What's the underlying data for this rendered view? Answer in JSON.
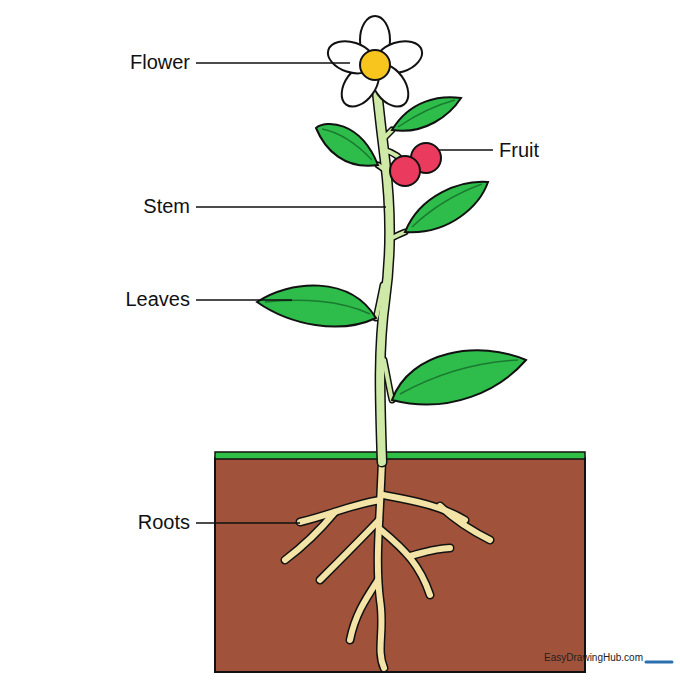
{
  "diagram": {
    "labels": [
      "Flower",
      "Fruit",
      "Stem",
      "Leaves",
      "Roots",
      "EasyDrawingHub.com"
    ]
  }
}
